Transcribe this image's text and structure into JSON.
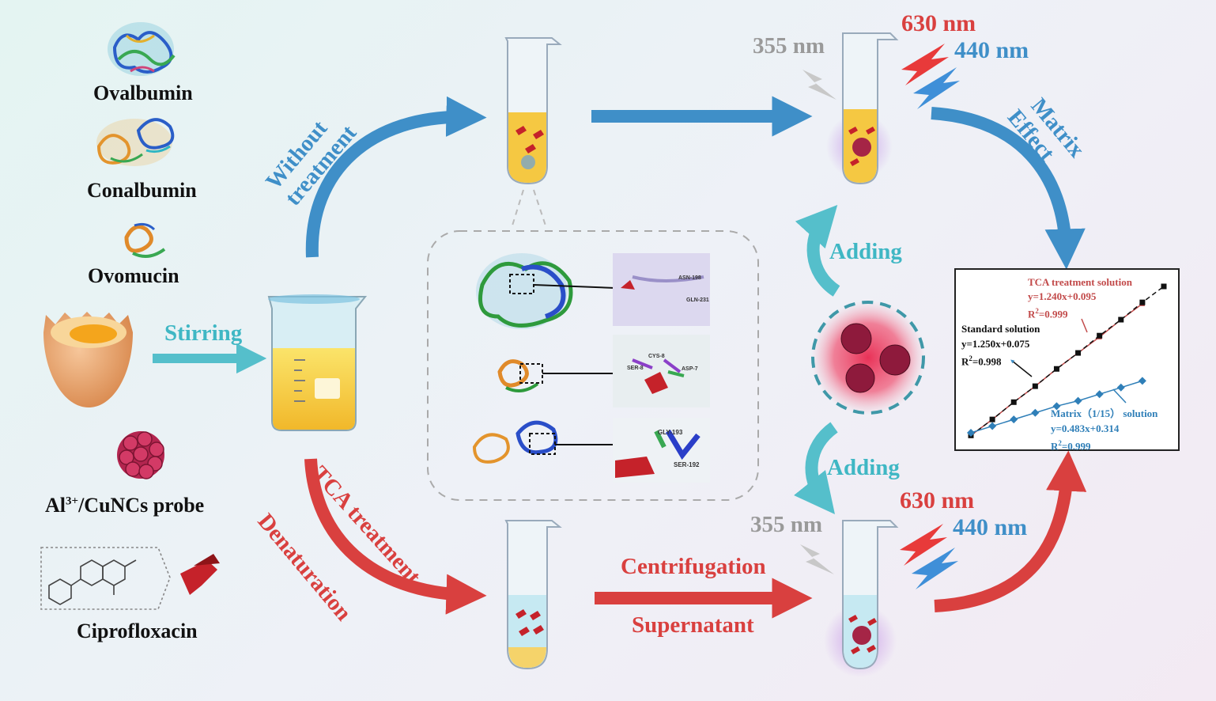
{
  "molecules": {
    "ovalbumin": "Ovalbumin",
    "conalbumin": "Conalbumin",
    "ovomucin": "Ovomucin",
    "probe_prefix": "Al",
    "probe_sup": "3+",
    "probe_suffix": "/CuNCs probe",
    "ciprofloxacin": "Ciprofloxacin"
  },
  "steps": {
    "stirring": "Stirring",
    "without_treatment_1": "Without",
    "without_treatment_2": "treatment",
    "tca_treatment": "TCA treatment",
    "denaturation": "Denaturation",
    "centrifugation": "Centrifugation",
    "supernatant": "Supernatant",
    "adding_top": "Adding",
    "adding_bottom": "Adding",
    "matrix_1": "Matrix",
    "matrix_2": "Effect"
  },
  "wavelengths": {
    "top_excitation": "355 nm",
    "top_emission_red": "630 nm",
    "top_emission_blue": "440 nm",
    "bottom_excitation": "355 nm",
    "bottom_emission_red": "630 nm",
    "bottom_emission_blue": "440 nm"
  },
  "colors": {
    "blue_arrow": "#3f8fc8",
    "red_arrow": "#d9403f",
    "teal": "#3fb7c4",
    "yellow_solution": "#f5c842"
  },
  "docking_labels": [
    "ASN-198",
    "GLN-231",
    "CYS-8",
    "ASP-7",
    "SER-8",
    "GLY-193",
    "SER-192"
  ],
  "chart_data": {
    "type": "scatter",
    "title": "",
    "xlabel": "",
    "ylabel": "",
    "series": [
      {
        "name": "TCA treatment solution",
        "equation": "y=1.240x+0.095",
        "r2_prefix": "R",
        "r2_sup": "2",
        "r2_value": "=0.999",
        "color": "#c24a4a",
        "x": [
          0,
          1,
          2,
          3,
          4,
          5,
          6,
          7,
          8
        ],
        "y": [
          0.1,
          1.3,
          2.6,
          3.8,
          5.1,
          6.3,
          7.5,
          8.8,
          10.0
        ]
      },
      {
        "name": "Standard solution",
        "equation": "y=1.250x+0.075",
        "r2_prefix": "R",
        "r2_sup": "2",
        "r2_value": "=0.998",
        "color": "#111111",
        "x": [
          0,
          1,
          2,
          3,
          4,
          5,
          6,
          7,
          8,
          9
        ],
        "y": [
          0.1,
          1.3,
          2.6,
          3.8,
          5.1,
          6.3,
          7.6,
          8.8,
          10.1,
          11.3
        ]
      },
      {
        "name": "Matrix（1/15） solution",
        "equation": "y=0.483x+0.314",
        "r2_prefix": "R",
        "r2_sup": "2",
        "r2_value": "=0.999",
        "color": "#2f7fb8",
        "x": [
          0,
          1,
          2,
          3,
          4,
          5,
          6,
          7,
          8
        ],
        "y": [
          0.3,
          0.8,
          1.3,
          1.8,
          2.3,
          2.7,
          3.2,
          3.7,
          4.2
        ]
      }
    ]
  }
}
